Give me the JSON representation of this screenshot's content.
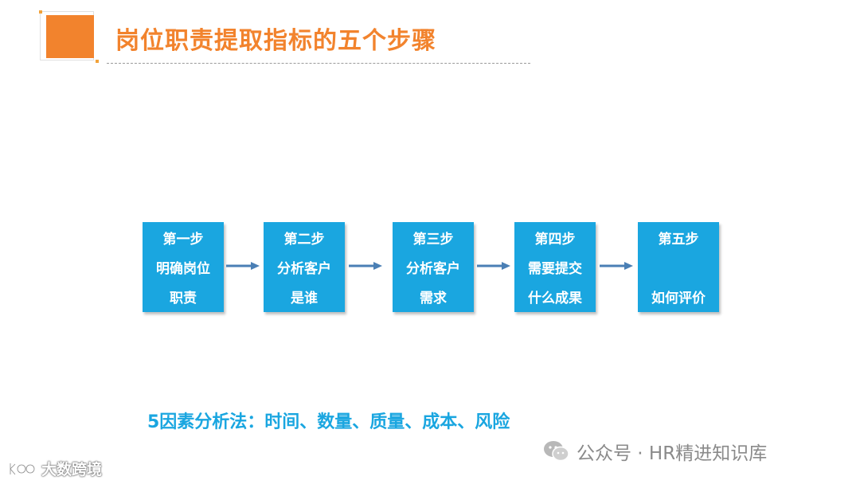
{
  "title": "岗位职责提取指标的五个步骤",
  "steps": [
    {
      "label": "第一步",
      "line1": "明确岗位",
      "line2": "职责"
    },
    {
      "label": "第二步",
      "line1": "分析客户",
      "line2": "是谁"
    },
    {
      "label": "第三步",
      "line1": "分析客户",
      "line2": "需求"
    },
    {
      "label": "第四步",
      "line1": "需要提交",
      "line2": "什么成果"
    },
    {
      "label": "第五步",
      "line1": "",
      "line2": "如何评价"
    }
  ],
  "factors_text": "5因素分析法：时间、数量、质量、成本、风险",
  "watermark_right": "公众号 · HR精进知识库",
  "watermark_left": "大数跨境",
  "colors": {
    "accent_orange": "#f2832d",
    "step_blue": "#1aa6e0",
    "arrow": "#4a7fb5"
  }
}
